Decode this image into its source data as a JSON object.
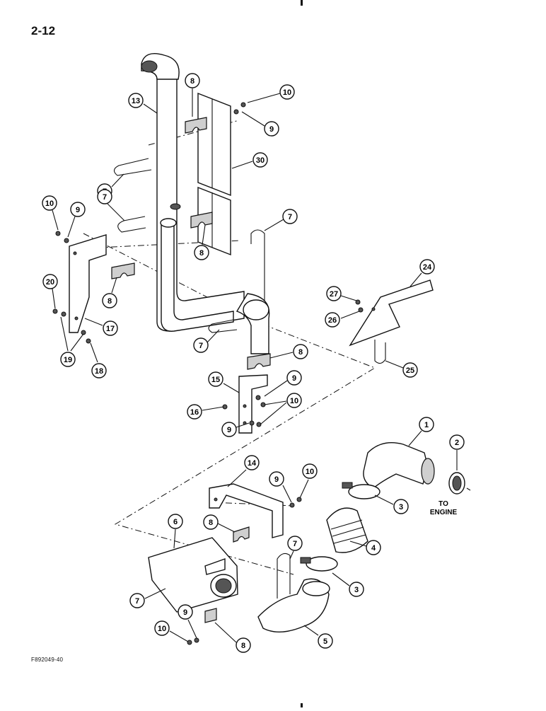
{
  "page_number": "2-12",
  "figure_code": "F892049-40",
  "engine_label": [
    "TO",
    "ENGINE"
  ],
  "callouts": [
    "13",
    "8",
    "10",
    "9",
    "30",
    "7",
    "10",
    "9",
    "7",
    "7",
    "8",
    "8",
    "20",
    "17",
    "24",
    "27",
    "26",
    "7",
    "19",
    "18",
    "8",
    "25",
    "15",
    "9",
    "16",
    "10",
    "9",
    "1",
    "2",
    "14",
    "9",
    "10",
    "3",
    "6",
    "8",
    "7",
    "4",
    "3",
    "7",
    "10",
    "9",
    "8",
    "5"
  ]
}
